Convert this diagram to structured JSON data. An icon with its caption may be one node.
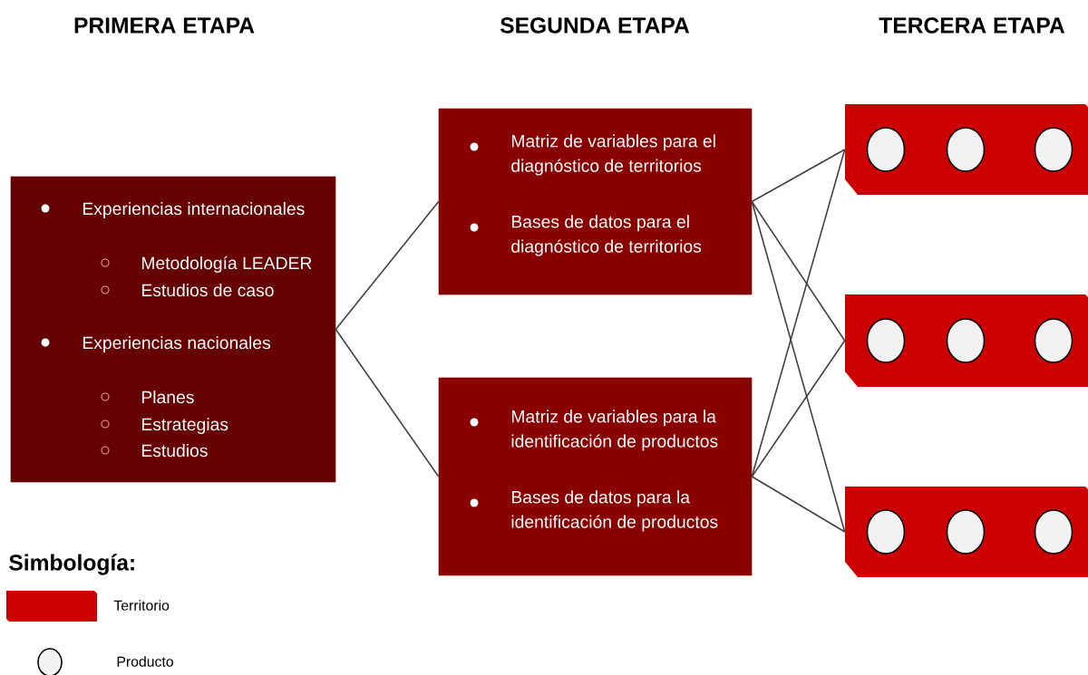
{
  "diagram": {
    "nodes": [
      {
        "text": [
          "Experiencias internacionales",
          "Metodología LEADER",
          "Estudios de caso",
          "Experiencias nacionales",
          "Planes",
          "Estrategias",
          "Estudios"
        ]
      },
      {
        "text": [
          "Matriz de variables para el diagnóstico de territorios",
          "Bases de datos para el diagnóstico de territorios"
        ]
      },
      {
        "text": [
          "Matriz de variables para la identificación de productos",
          "Bases de datos para la identificación de productos"
        ]
      },
      {
        "text": [],
        "shape": "box"
      },
      {
        "text": [],
        "shape": "circle",
        "in": 3
      },
      {
        "text": [],
        "shape": "circle",
        "in": 3
      },
      {
        "text": [],
        "shape": "circle",
        "in": 3
      },
      {
        "text": [],
        "shape": "box"
      },
      {
        "text": [],
        "shape": "circle",
        "in": 7
      },
      {
        "text": [],
        "shape": "circle",
        "in": 7
      },
      {
        "text": [],
        "shape": "circle",
        "in": 7
      },
      {
        "text": [],
        "shape": "box"
      },
      {
        "text": [],
        "shape": "circle",
        "in": 11
      },
      {
        "text": [],
        "shape": "circle",
        "in": 11
      },
      {
        "text": [],
        "shape": "circle",
        "in": 11
      }
    ],
    "edges": [
      {
        "from": 0,
        "to": 1,
        "arrow": "none"
      },
      {
        "from": 0,
        "to": 2,
        "arrow": "none"
      },
      {
        "from": 1,
        "to": 3,
        "arrow": "none"
      },
      {
        "from": 1,
        "to": 7,
        "arrow": "none"
      },
      {
        "from": 1,
        "to": 11,
        "arrow": "none"
      },
      {
        "from": 2,
        "to": 3,
        "arrow": "none"
      },
      {
        "from": 2,
        "to": 7,
        "arrow": "none"
      },
      {
        "from": 2,
        "to": 11,
        "arrow": "none"
      }
    ],
    "labels": [
      "PRIMERA ETAPA",
      "SEGUNDA ETAPA",
      "TERCERA ETAPA",
      "Simbología:"
    ],
    "legend": [
      {
        "text": "Territorio",
        "color": "#cc0000"
      },
      {
        "text": "Producto"
      }
    ]
  }
}
